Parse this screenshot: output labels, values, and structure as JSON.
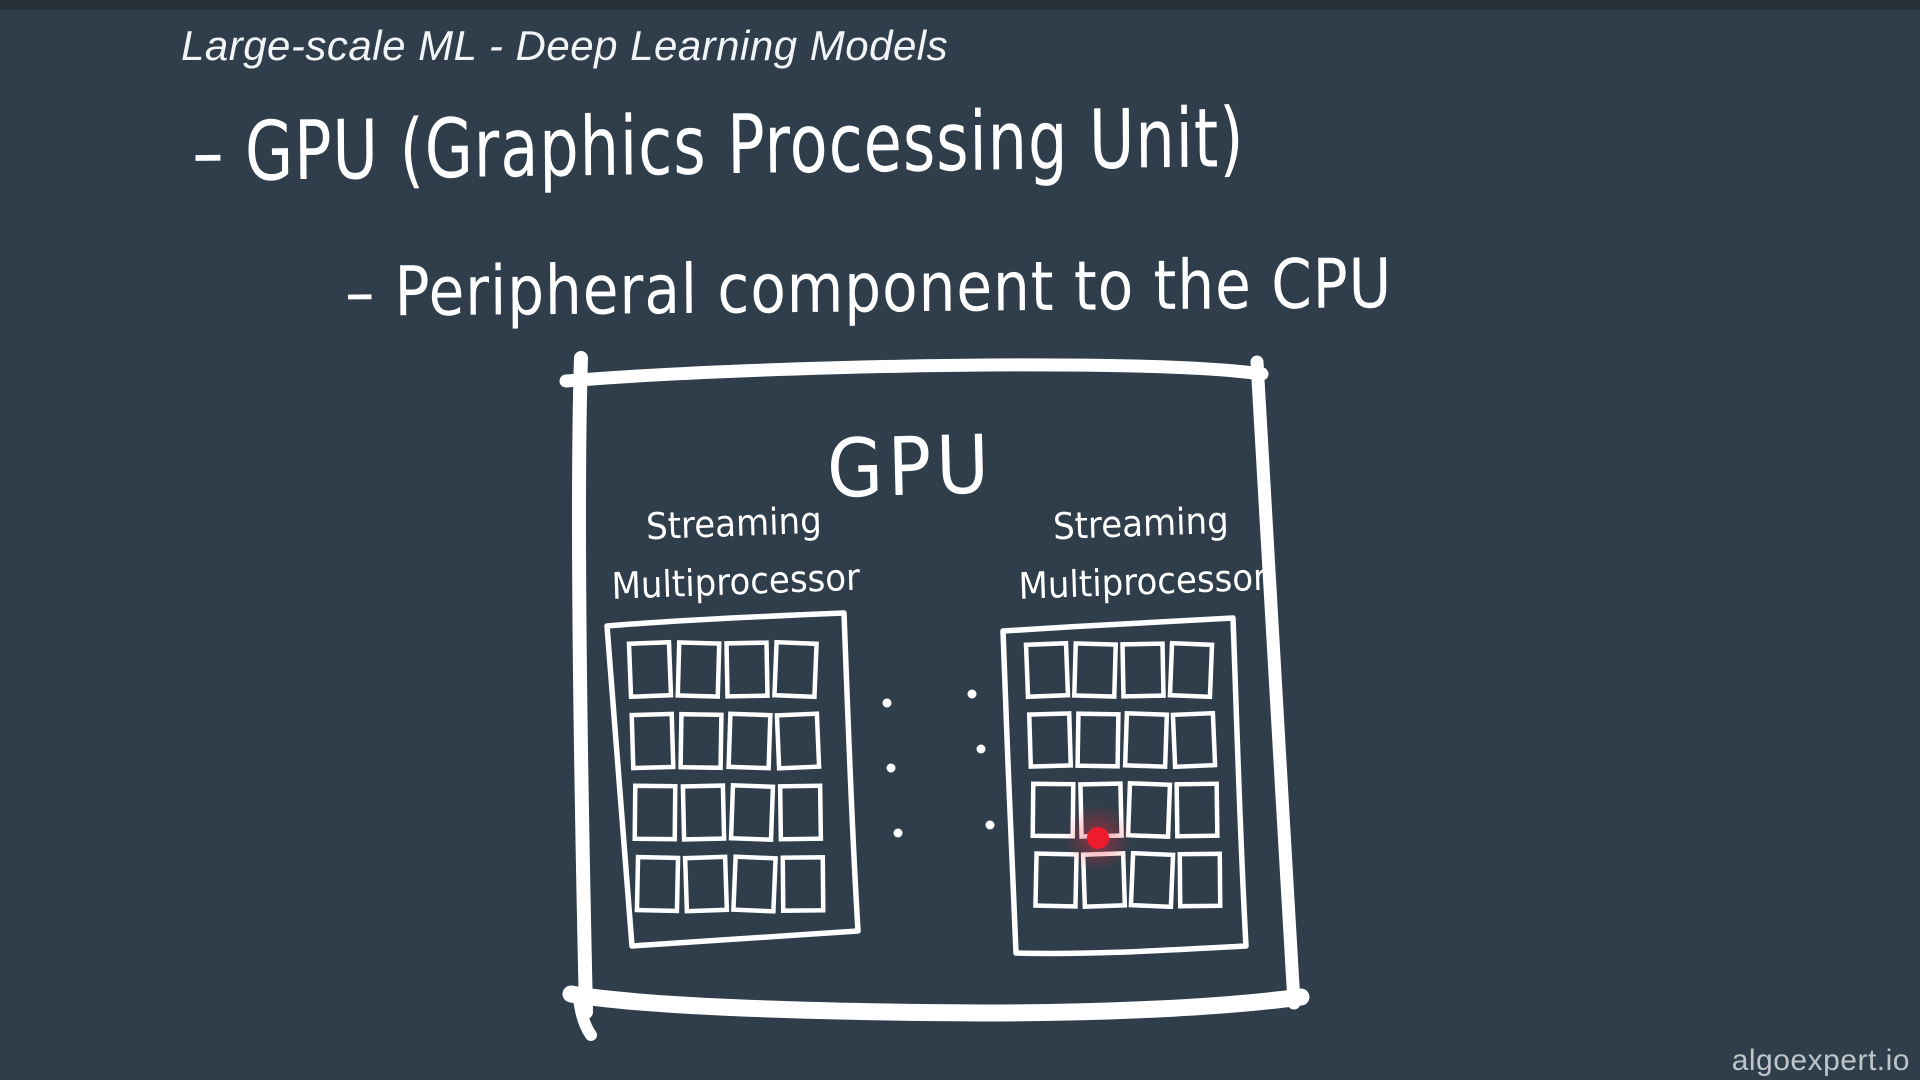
{
  "slide": {
    "background_color": "#2f3e4a",
    "top_strip_color": "#242f38",
    "title": "Large-scale ML - Deep Learning Models",
    "title_color": "#f2f5f7",
    "ink_color": "#ffffff"
  },
  "notes": [
    {
      "text": "– GPU (Graphics Processing Unit)"
    },
    {
      "text": "– Peripheral component to the CPU"
    }
  ],
  "diagram": {
    "gpu_label": "GPU",
    "sm_left": {
      "title_line1": "Streaming",
      "title_line2": "Multiprocessor",
      "core_grid": {
        "rows": 4,
        "cols": 4
      }
    },
    "sm_right": {
      "title_line1": "Streaming",
      "title_line2": "Multiprocessor",
      "core_grid": {
        "rows": 4,
        "cols": 4
      }
    },
    "ellipsis": {
      "columns": 2,
      "dots_per_column": 3,
      "dot_color": "#ffffff"
    },
    "laser_pointer": {
      "color": "#ee1b2d"
    }
  },
  "watermark": {
    "text": "algoexpert.io",
    "color": "#cbd1d5"
  }
}
